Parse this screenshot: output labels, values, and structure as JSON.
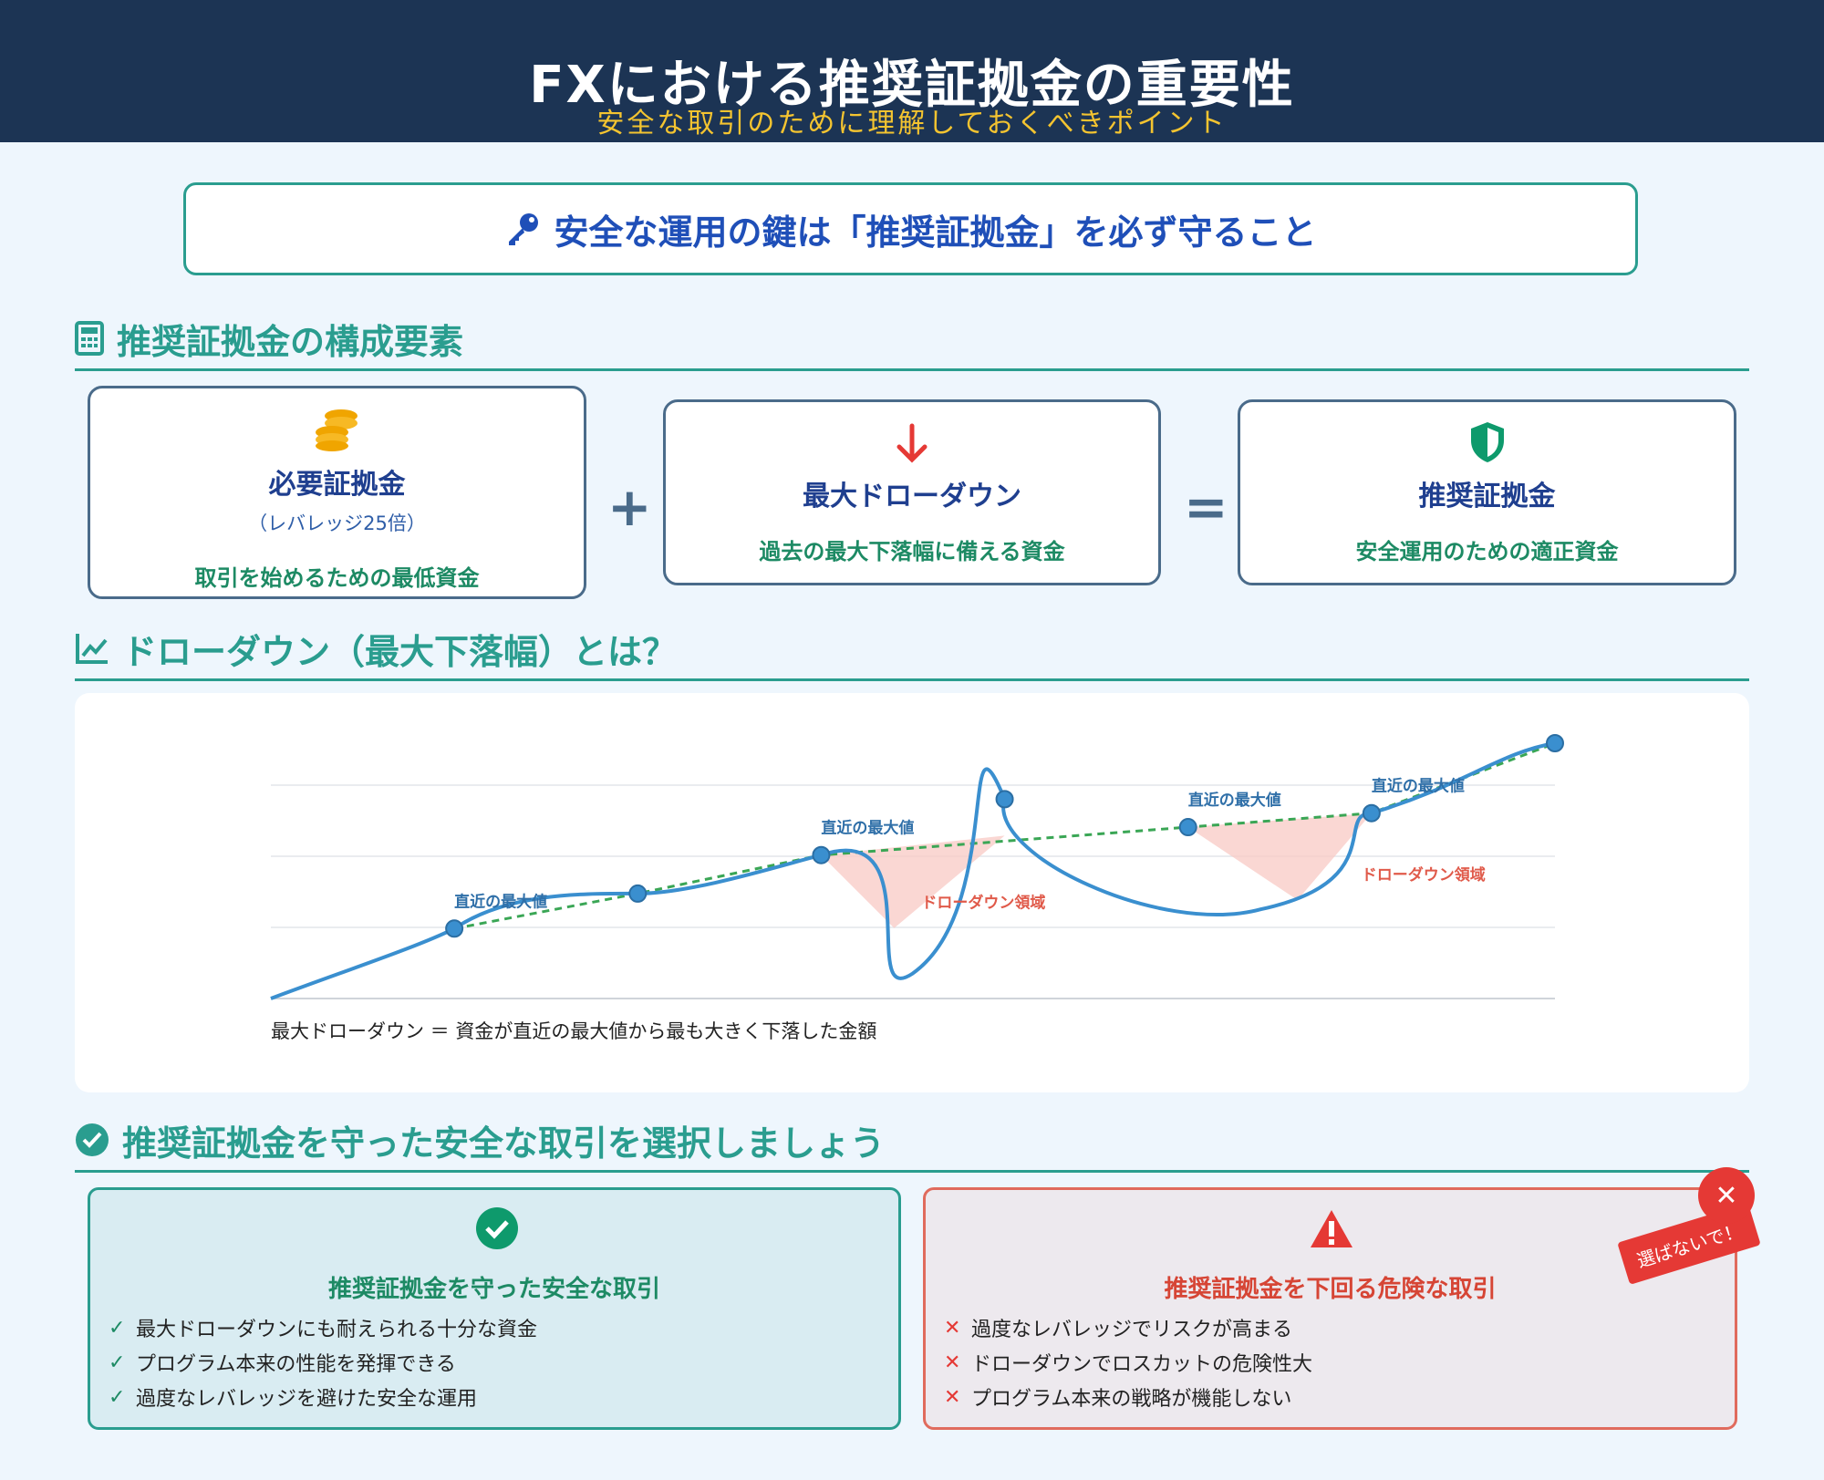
{
  "header": {
    "title": "FXにおける推奨証拠金の重要性",
    "subtitle": "安全な取引のために理解しておくべきポイント"
  },
  "key_message": {
    "icon": "key-icon",
    "text": "安全な運用の鍵は「推奨証拠金」を必ず守ること"
  },
  "sections": {
    "components": {
      "icon": "calculator-icon",
      "title": "推奨証拠金の構成要素"
    },
    "drawdown": {
      "icon": "chart-line-icon",
      "title": "ドローダウン（最大下落幅）とは？"
    },
    "choose": {
      "icon": "check-circle-icon",
      "title": "推奨証拠金を守った安全な取引を選択しましょう"
    }
  },
  "components": [
    {
      "icon": "coins-icon",
      "name": "必要証拠金",
      "sub": "（レバレッジ25倍）",
      "desc": "取引を始めるための最低資金"
    },
    {
      "icon": "arrow-down-icon",
      "name": "最大ドローダウン",
      "sub": "",
      "desc": "過去の最大下落幅に備える資金"
    },
    {
      "icon": "shield-icon",
      "name": "推奨証拠金",
      "sub": "",
      "desc": "安全運用のための適正資金"
    }
  ],
  "operators": {
    "plus": "+",
    "equals": "="
  },
  "chart_data": {
    "type": "line",
    "title": "",
    "xlabel": "",
    "ylabel": "",
    "grid": true,
    "peak_label": "直近の最大値",
    "drawdown_label": "ドローダウン領域",
    "points": [
      {
        "x": 0,
        "y": 0
      },
      {
        "x": 1,
        "y": 2.0
      },
      {
        "x": 2,
        "y": 3.0
      },
      {
        "x": 3,
        "y": 4.1
      },
      {
        "x": 4,
        "y": 5.7
      },
      {
        "x": 5,
        "y": 4.9
      },
      {
        "x": 6,
        "y": 5.3
      },
      {
        "x": 7,
        "y": 7.3
      }
    ],
    "peaks": [
      1,
      3,
      5,
      6
    ],
    "caption": "最大ドローダウン ＝ 資金が直近の最大値から最も大きく下落した金額"
  },
  "good": {
    "icon": "check-circle-icon",
    "title": "推奨証拠金を守った安全な取引",
    "items": [
      "最大ドローダウンにも耐えられる十分な資金",
      "プログラム本来の性能を発揮できる",
      "過度なレバレッジを避けた安全な運用"
    ]
  },
  "bad": {
    "icon": "warning-icon",
    "title": "推奨証拠金を下回る危険な取引",
    "items": [
      "過度なレバレッジでリスクが高まる",
      "ドローダウンでロスカットの危険性大",
      "プログラム本来の戦略が機能しない"
    ],
    "stamp": "選ばないで！"
  },
  "colors": {
    "accent": "#2a9d8f",
    "navy": "#1c3454",
    "gold": "#f4c430",
    "danger": "#e53935",
    "line": "#3a8fcf"
  }
}
